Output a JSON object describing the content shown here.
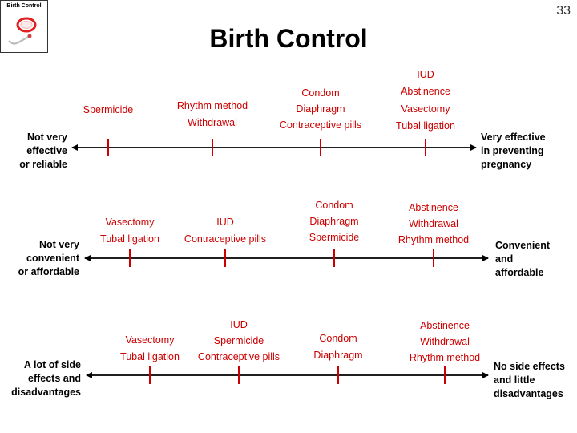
{
  "thumbnail": {
    "title": "Birth Control",
    "icon": "iud-device-icon"
  },
  "slide_number": "33",
  "title": "Birth Control",
  "colors": {
    "accent": "#cc0000",
    "axis": "#000000"
  },
  "scales": [
    {
      "left_label": [
        "Not very",
        "effective",
        "or reliable"
      ],
      "right_label": [
        "Very effective",
        "in preventing",
        "pregnancy"
      ],
      "groups": [
        {
          "methods": [
            "Spermicide"
          ]
        },
        {
          "methods": [
            "Rhythm method",
            "Withdrawal"
          ]
        },
        {
          "methods": [
            "Condom",
            "Diaphragm",
            "Contraceptive  pills"
          ]
        },
        {
          "methods": [
            "IUD",
            "Abstinence",
            "Vasectomy",
            "Tubal ligation"
          ]
        }
      ]
    },
    {
      "left_label": [
        "Not very",
        "convenient",
        "or affordable"
      ],
      "right_label": [
        "Convenient",
        "and",
        "affordable"
      ],
      "groups": [
        {
          "methods": [
            "Vasectomy",
            "Tubal ligation"
          ]
        },
        {
          "methods": [
            "IUD",
            "Contraceptive  pills"
          ]
        },
        {
          "methods": [
            "Condom",
            "Diaphragm",
            "Spermicide"
          ]
        },
        {
          "methods": [
            "Abstinence",
            "Withdrawal",
            "Rhythm method"
          ]
        }
      ]
    },
    {
      "left_label": [
        "A lot of side",
        "effects and",
        "disadvantages"
      ],
      "right_label": [
        "No side effects",
        "and little",
        "disadvantages"
      ],
      "groups": [
        {
          "methods": [
            "Vasectomy",
            "Tubal ligation"
          ]
        },
        {
          "methods": [
            "IUD",
            "Spermicide",
            "Contraceptive  pills"
          ]
        },
        {
          "methods": [
            "Condom",
            "Diaphragm"
          ]
        },
        {
          "methods": [
            "Abstinence",
            "Withdrawal",
            "Rhythm method"
          ]
        }
      ]
    }
  ]
}
